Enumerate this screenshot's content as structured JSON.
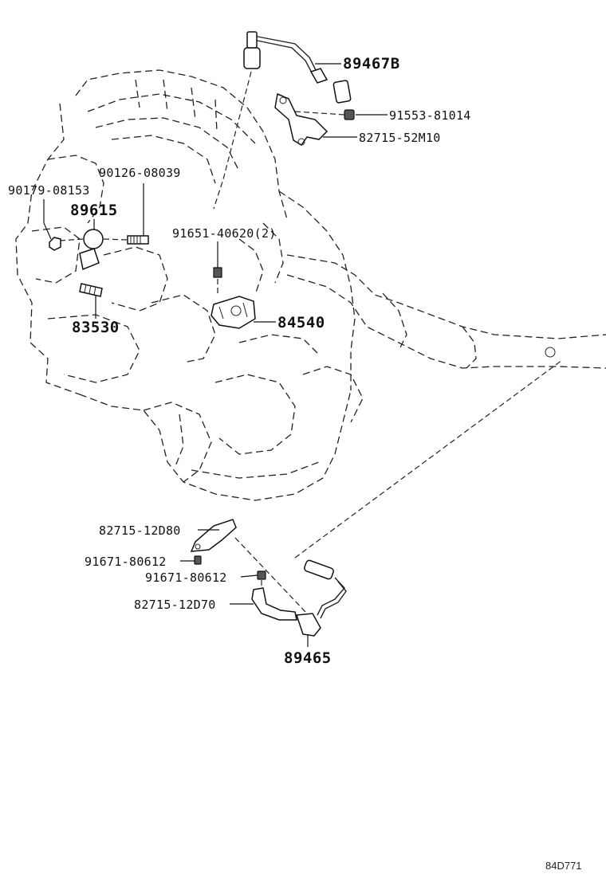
{
  "parts": {
    "p89467B": "89467B",
    "p91553": "91553-81014",
    "p82715_52M10": "82715-52M10",
    "p90126": "90126-08039",
    "p90179": "90179-08153",
    "p89615": "89615",
    "p91651": "91651-40620(2)",
    "p83530": "83530",
    "p84540": "84540",
    "p82715_12D80": "82715-12D80",
    "p91671_a": "91671-80612",
    "p91671_b": "91671-80612",
    "p82715_12D70": "82715-12D70",
    "p89465": "89465"
  },
  "diagram_code": "84D771"
}
